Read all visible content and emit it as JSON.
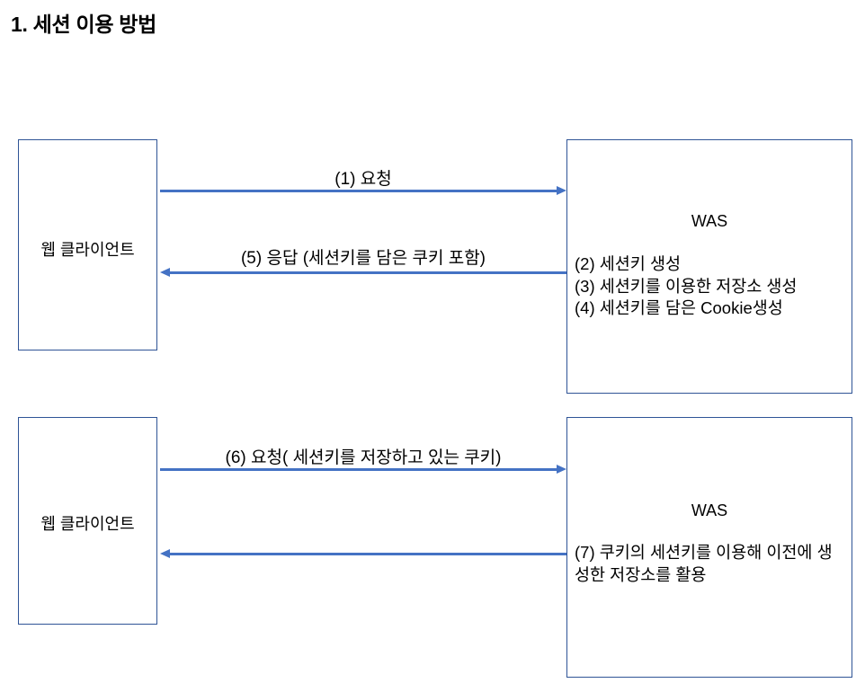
{
  "title": "1. 세션 이용 방법",
  "colors": {
    "box_border": "#2F5496",
    "arrow": "#4472C4",
    "text": "#000000",
    "background": "#FFFFFF"
  },
  "diagram": {
    "type": "sequence-diagram",
    "sections": [
      {
        "name": "first-request-response",
        "client_box": {
          "label": "웹 클라이언트"
        },
        "server_box": {
          "title": "WAS",
          "lines": [
            "(2) 세션키 생성",
            "(3) 세션키를 이용한 저장소 생성",
            "(4) 세션키를 담은 Cookie생성"
          ]
        },
        "arrows": [
          {
            "name": "request-arrow",
            "direction": "right",
            "label": "(1) 요청"
          },
          {
            "name": "response-arrow",
            "direction": "left",
            "label": "(5) 응답 (세션키를 담은 쿠키 포함)"
          }
        ]
      },
      {
        "name": "subsequent-request-response",
        "client_box": {
          "label": "웹 클라이언트"
        },
        "server_box": {
          "title": "WAS",
          "lines": [
            "(7) 쿠키의 세션키를 이용해 이전에 생성한 저장소를 활용"
          ]
        },
        "arrows": [
          {
            "name": "request-with-cookie-arrow",
            "direction": "right",
            "label": "(6) 요청( 세션키를 저장하고 있는 쿠키)"
          },
          {
            "name": "response-reuse-arrow",
            "direction": "left",
            "label": ""
          }
        ]
      }
    ]
  }
}
